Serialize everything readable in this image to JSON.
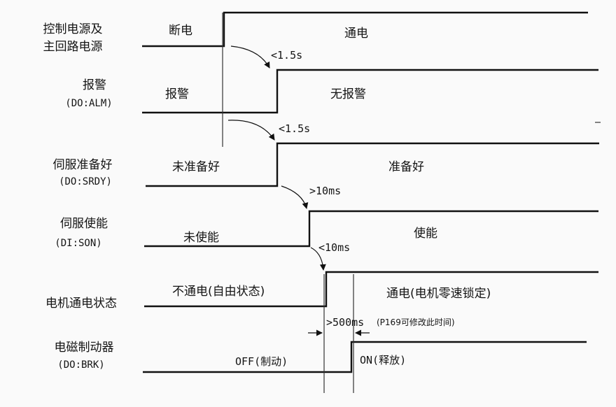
{
  "signals": [
    {
      "id": "power",
      "name_lines": [
        "控制电源及",
        "主回路电源"
      ],
      "low_label": "断电",
      "high_label": "通电"
    },
    {
      "id": "alarm",
      "name_lines": [
        "报警",
        "(DO:ALM)"
      ],
      "low_label": "报警",
      "high_label": "无报警"
    },
    {
      "id": "ready",
      "name_lines": [
        "伺服准备好",
        "(DO:SRDY)"
      ],
      "low_label": "未准备好",
      "high_label": "准备好"
    },
    {
      "id": "enable",
      "name_lines": [
        "伺服使能",
        "(DI:SON)"
      ],
      "low_label": "未使能",
      "high_label": "使能"
    },
    {
      "id": "motor",
      "name_lines": [
        "电机通电状态"
      ],
      "low_label": "不通电(自由状态)",
      "high_label": "通电(电机零速锁定)"
    },
    {
      "id": "brake",
      "name_lines": [
        "电磁制动器",
        "(DO:BRK)"
      ],
      "low_label": "OFF(制动)",
      "high_label": "ON(释放)"
    }
  ],
  "timings": {
    "power_to_alarm": "<1.5s",
    "alarm_to_ready": "<1.5s",
    "ready_to_enable": ">10ms",
    "enable_to_motor": "<10ms",
    "motor_to_brake": ">500ms",
    "motor_to_brake_note": "(P169可修改此时间)"
  }
}
